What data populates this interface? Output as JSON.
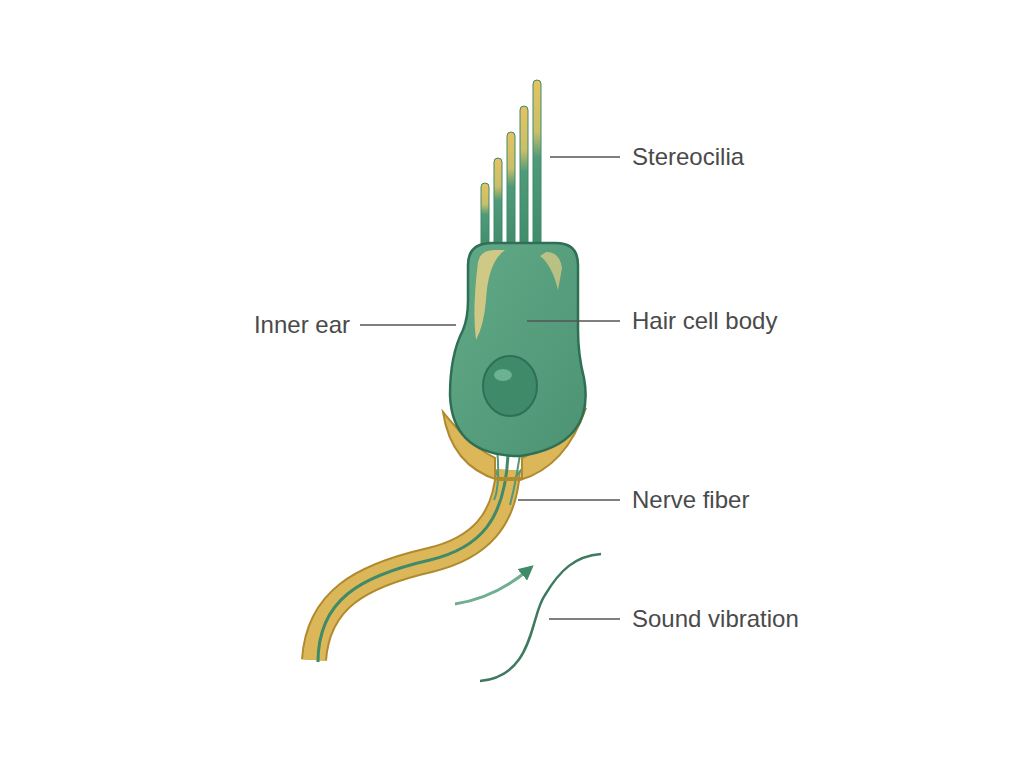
{
  "diagram": {
    "labels": [
      "Stereocilia",
      "Inner ear",
      "Hair cell body",
      "Nerve fiber",
      "Sound vibration"
    ]
  }
}
